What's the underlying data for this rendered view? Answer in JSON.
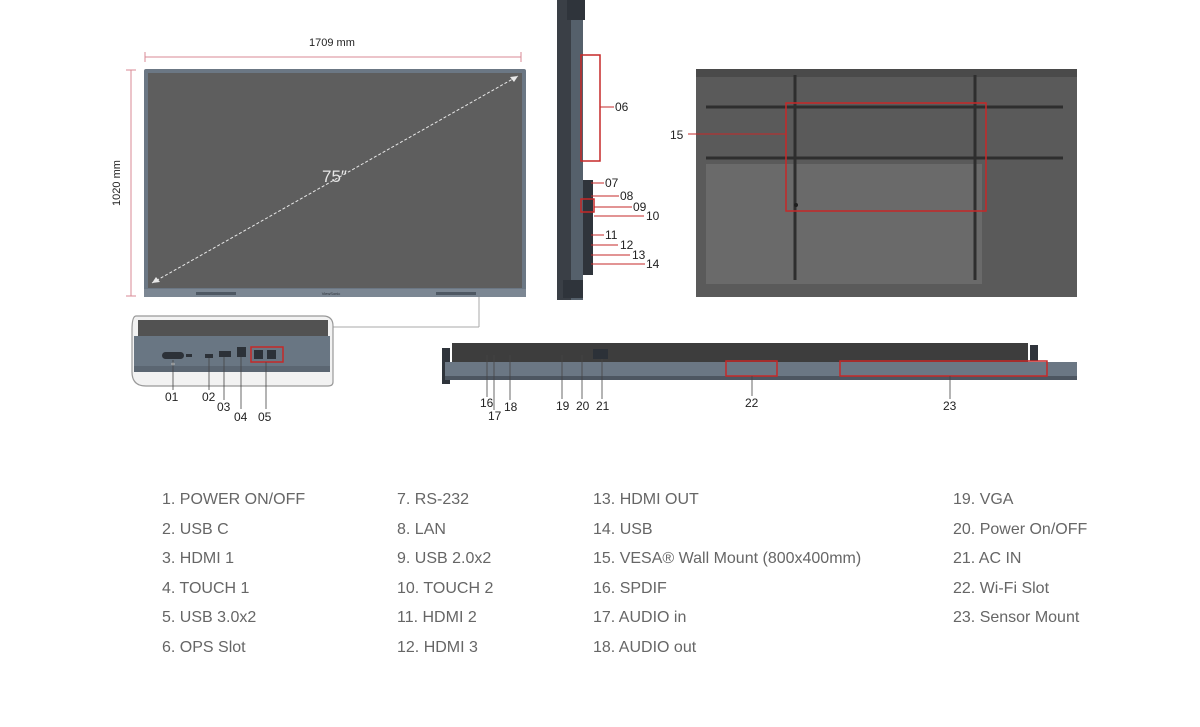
{
  "dimensions": {
    "width": "1709 mm",
    "height": "1020 mm",
    "diagonal": "75″"
  },
  "brand": "ViewSonic",
  "callouts": {
    "c01": "01",
    "c02": "02",
    "c03": "03",
    "c04": "04",
    "c05": "05",
    "c06": "06",
    "c07": "07",
    "c08": "08",
    "c09": "09",
    "c10": "10",
    "c11": "11",
    "c12": "12",
    "c13": "13",
    "c14": "14",
    "c15": "15",
    "c16": "16",
    "c17": "17",
    "c18": "18",
    "c19": "19",
    "c20": "20",
    "c21": "21",
    "c22": "22",
    "c23": "23"
  },
  "legend": {
    "i1": "1. POWER ON/OFF",
    "i2": "2. USB C",
    "i3": "3. HDMI 1",
    "i4": "4. TOUCH 1",
    "i5": "5. USB 3.0x2",
    "i6": "6. OPS Slot",
    "i7": "7. RS-232",
    "i8": "8. LAN",
    "i9": "9. USB 2.0x2",
    "i10": "10. TOUCH 2",
    "i11": "11. HDMI 2",
    "i12": "12. HDMI 3",
    "i13": "13. HDMI OUT",
    "i14": "14. USB",
    "i15": "15. VESA® Wall Mount (800x400mm)",
    "i16": "16. SPDIF",
    "i17": "17. AUDIO in",
    "i18": "18. AUDIO out",
    "i19": "19. VGA",
    "i20": "20. Power On/OFF",
    "i21": "21. AC IN",
    "i22": "22. Wi-Fi Slot",
    "i23": "23. Sensor Mount"
  },
  "colors": {
    "highlight": "#c62828",
    "dimension": "#d98a94",
    "panel": "#5e5e5e",
    "bezel": "#6b7784",
    "legend_text": "#666666"
  }
}
